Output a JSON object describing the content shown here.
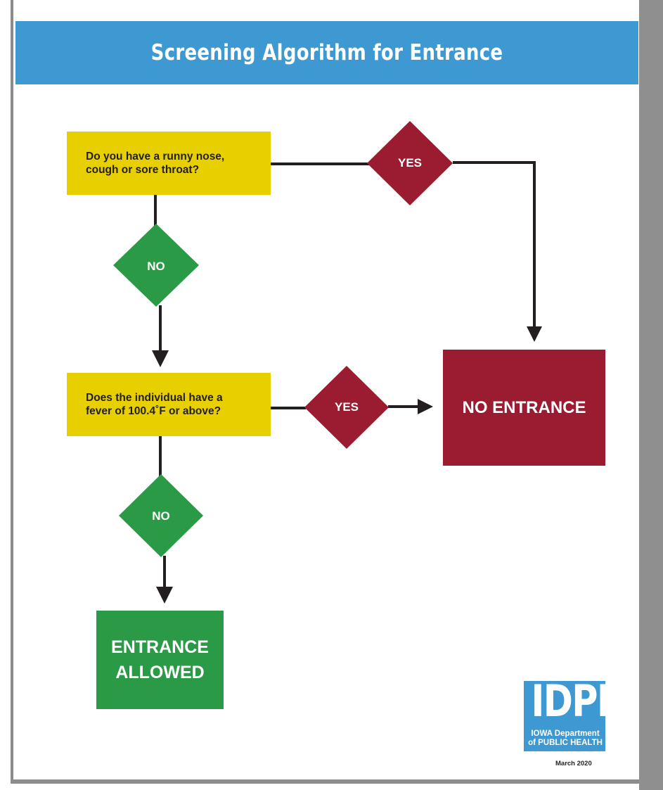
{
  "title": "Screening Algorithm for Entrance",
  "questions": {
    "q1": "Do you have a runny nose,\ncough or sore throat?",
    "q2": "Does the individual have a\nfever of 100.4˚F or above?"
  },
  "decisions": {
    "q1_yes": "YES",
    "q1_no": "NO",
    "q2_yes": "YES",
    "q2_no": "NO"
  },
  "outcomes": {
    "no_entrance": "NO ENTRANCE",
    "entrance_allowed": "ENTRANCE\nALLOWED"
  },
  "logo": {
    "acronym": "IDPH",
    "line1": "IOWA Department",
    "line2": "of PUBLIC HEALTH"
  },
  "date": "March 2020",
  "colors": {
    "banner": "#3e98d2",
    "question": "#e8cf00",
    "yes": "#9b1b30",
    "no": "#2a9a47",
    "line": "#231f20"
  }
}
